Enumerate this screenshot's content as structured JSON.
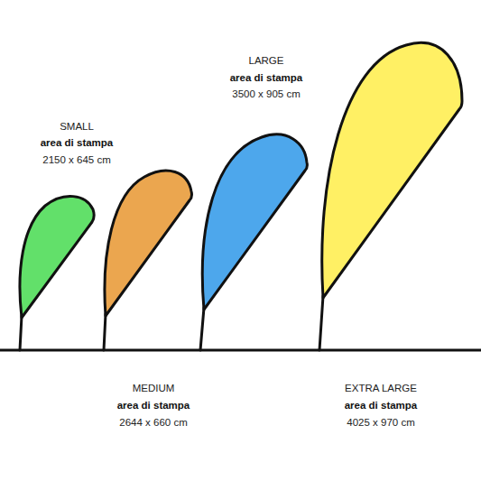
{
  "diagram": {
    "labels": [
      "SMALL",
      "area di stampa",
      "2150 x 645 cm",
      "MEDIUM",
      "area di stampa",
      "2644 x 660 cm",
      "LARGE",
      "area di stampa",
      "3500 x 905 cm",
      "EXTRA LARGE",
      "area di stampa",
      "4025 x 970 cm"
    ]
  }
}
